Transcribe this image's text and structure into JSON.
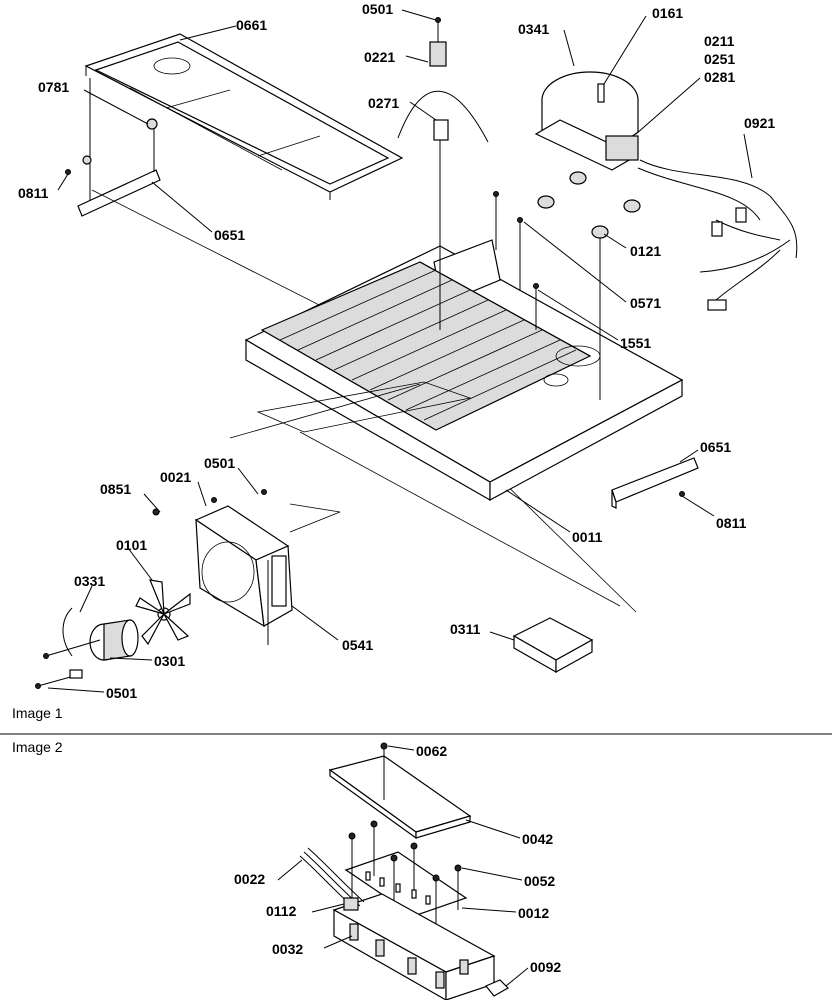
{
  "image1": {
    "caption": "Image 1",
    "callouts": [
      {
        "id": "0501a",
        "text": "0501"
      },
      {
        "id": "0661",
        "text": "0661"
      },
      {
        "id": "0781",
        "text": "0781"
      },
      {
        "id": "0811a",
        "text": "0811"
      },
      {
        "id": "0651a",
        "text": "0651"
      },
      {
        "id": "0221",
        "text": "0221"
      },
      {
        "id": "0271",
        "text": "0271"
      },
      {
        "id": "0341",
        "text": "0341"
      },
      {
        "id": "0161",
        "text": "0161"
      },
      {
        "id": "0211",
        "text": "0211"
      },
      {
        "id": "0251",
        "text": "0251"
      },
      {
        "id": "0281",
        "text": "0281"
      },
      {
        "id": "0921",
        "text": "0921"
      },
      {
        "id": "0121",
        "text": "0121"
      },
      {
        "id": "0571",
        "text": "0571"
      },
      {
        "id": "1551",
        "text": "1551"
      },
      {
        "id": "0651b",
        "text": "0651"
      },
      {
        "id": "0811b",
        "text": "0811"
      },
      {
        "id": "0011",
        "text": "0011"
      },
      {
        "id": "0021",
        "text": "0021"
      },
      {
        "id": "0501b",
        "text": "0501"
      },
      {
        "id": "0851",
        "text": "0851"
      },
      {
        "id": "0101",
        "text": "0101"
      },
      {
        "id": "0331",
        "text": "0331"
      },
      {
        "id": "0301",
        "text": "0301"
      },
      {
        "id": "0501c",
        "text": "0501"
      },
      {
        "id": "0541",
        "text": "0541"
      },
      {
        "id": "0311",
        "text": "0311"
      }
    ]
  },
  "image2": {
    "caption": "Image 2",
    "callouts": [
      {
        "id": "0062",
        "text": "0062"
      },
      {
        "id": "0042",
        "text": "0042"
      },
      {
        "id": "0022",
        "text": "0022"
      },
      {
        "id": "0052",
        "text": "0052"
      },
      {
        "id": "0112",
        "text": "0112"
      },
      {
        "id": "0012",
        "text": "0012"
      },
      {
        "id": "0032",
        "text": "0032"
      },
      {
        "id": "0092",
        "text": "0092"
      }
    ]
  }
}
